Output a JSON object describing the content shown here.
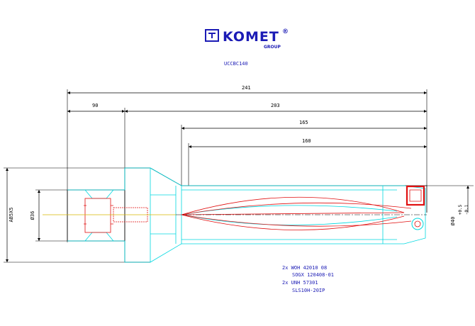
{
  "brand": {
    "name": "KOMET",
    "registered": "®",
    "group": "GROUP"
  },
  "part_number": "UCCBC140",
  "colors": {
    "brand": "#1b1bb5",
    "body_outline": "#00d8e0",
    "insert": "#e01010",
    "dimension": "#000000",
    "centerline": "#d8b800"
  },
  "dimensions": {
    "overall_length": "241",
    "shank_length": "90",
    "body_length": "203",
    "length_165": "165",
    "length_160": "160",
    "shank_diameter": "Ø36",
    "flange_diameter": "AB5X5",
    "drill_diameter": "Ø40",
    "tol_upper": "+0.5",
    "tol_lower": "-0.1"
  },
  "parts_list": [
    "2x WOH 42010 08",
    "SOGX 120408-01",
    "2x UNH 57301",
    "SLS10H-20IP"
  ]
}
